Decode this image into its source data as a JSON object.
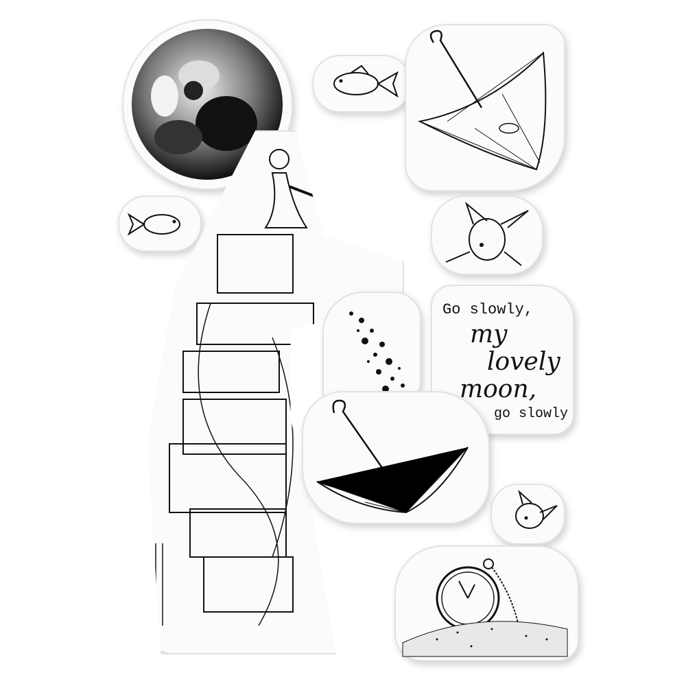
{
  "image": {
    "subject": "Clear stamp sheet",
    "background": "#ffffff",
    "ink_color": "#111111",
    "stamps": [
      {
        "name": "moon",
        "description": "textured full moon"
      },
      {
        "name": "goldfish-top",
        "description": "small goldfish"
      },
      {
        "name": "umbrella-upturned-top",
        "description": "upturned umbrella with fish inside"
      },
      {
        "name": "goldfish-left",
        "description": "small goldfish"
      },
      {
        "name": "goldfish-right-large",
        "description": "goldfish swimming down"
      },
      {
        "name": "girl-on-tv-tower",
        "description": "girl with watering can atop stack of TVs, suitcases and books"
      },
      {
        "name": "star-cluster",
        "description": "cluster of stars"
      },
      {
        "name": "quote",
        "description": "text stamp"
      },
      {
        "name": "umbrella-upturned-bottom",
        "description": "upturned open umbrella"
      },
      {
        "name": "goldfish-small-bottom",
        "description": "small goldfish"
      },
      {
        "name": "pocket-watch",
        "description": "pocket watch in sand"
      }
    ]
  },
  "quote": {
    "line1": "Go slowly,",
    "line2": "my",
    "line3": "lovely",
    "line4": "moon,",
    "line5": "go slowly"
  }
}
